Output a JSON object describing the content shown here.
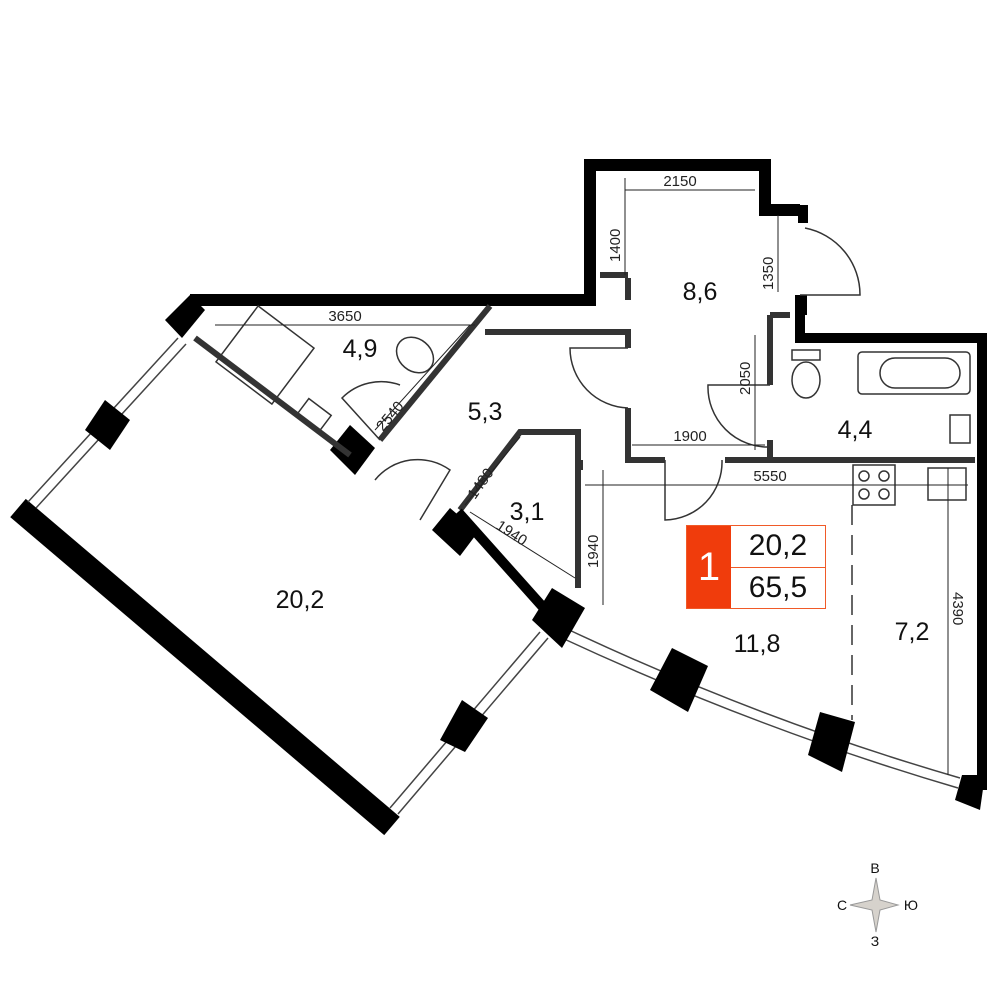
{
  "rooms": {
    "living": "20,2",
    "bath1": "4,9",
    "hall": "5,3",
    "entry": "8,6",
    "bath2": "4,4",
    "storage": "3,1",
    "kitchen_living": "11,8",
    "kitchen": "7,2"
  },
  "dimensions": {
    "d3650": "3650",
    "d2540": "2540",
    "d2150": "2150",
    "d1400": "1400",
    "d1350": "1350",
    "d2050": "2050",
    "d1900": "1900",
    "d1480": "1480",
    "d1940a": "1940",
    "d1940b": "1940",
    "d5550": "5550",
    "d4390": "4390"
  },
  "badge": {
    "rooms_count": "1",
    "living_area": "20,2",
    "total_area": "65,5",
    "accent_color": "#f03c0c"
  },
  "compass": {
    "north": "В",
    "west": "С",
    "east": "Ю",
    "south": "З"
  }
}
